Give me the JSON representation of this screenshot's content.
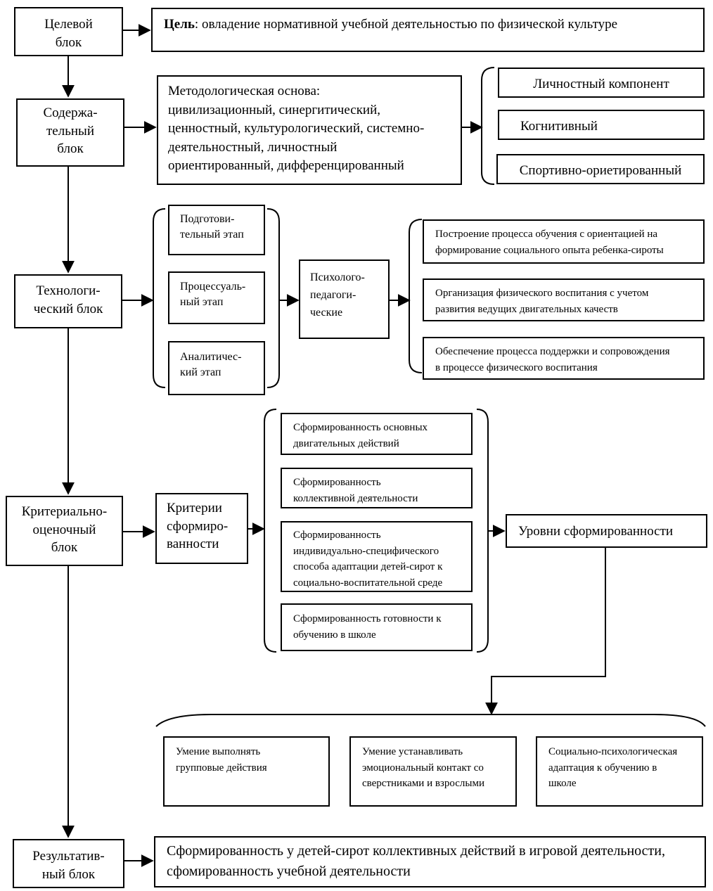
{
  "left_blocks": {
    "target": "Целевой\nблок",
    "content": "Содержа-\nтельный\nблок",
    "tech": "Технологи-\nческий блок",
    "criteria": "Критериально-\nоценочный\nблок",
    "result": "Результатив-\nный блок"
  },
  "goal": {
    "prefix": "Цель",
    "text": ": овладение нормативной учебной деятельностью по физической культуре"
  },
  "methodology": "Методологическая основа:\nцивилизационный, синергитический,\nценностный, культурологический, системно-\nдеятельностный, личностный\nориентированный, дифференцированный",
  "components": [
    "Личностный компонент",
    "Когнитивный",
    "Спортивно-ориетированный"
  ],
  "stages": [
    "Подготови-\nтельный этап",
    "Процессуаль-\nный этап",
    "Аналитичес-\nкий этап"
  ],
  "psych": "Психолого-\nпедагоги-\nческие",
  "conditions": [
    "Построение процесса обучения с ориентацией на\nформирование социального опыта ребенка-сироты",
    "Организация физического воспитания с учетом\nразвития ведущих двигательных качеств",
    "Обеспечение процесса поддержки и сопровождения\nв процессе физического воспитания"
  ],
  "criteria_box": "Критерии\nсформиро-\nванности",
  "criteria_list": [
    "Сформированность основных\nдвигательных действий",
    "Сформированность\nколлективной деятельности",
    "Сформированность\nиндивидуально-специфического\nспособа адаптации детей-сирот к\nсоциально-воспитательной среде",
    "Сформированность готовности к\nобучению в школе"
  ],
  "levels": "Уровни сформированности",
  "level_items": [
    "Умение выполнять\nгрупповые действия",
    "Умение устанавливать\nэмоциональный контакт со\nсверстниками и взрослыми",
    "Социально-психологическая\nадаптация к обучению в\nшколе"
  ],
  "result_text": "Сформированность у детей-сирот коллективных действий в игровой деятельности,\nсфомированность учебной деятельности"
}
